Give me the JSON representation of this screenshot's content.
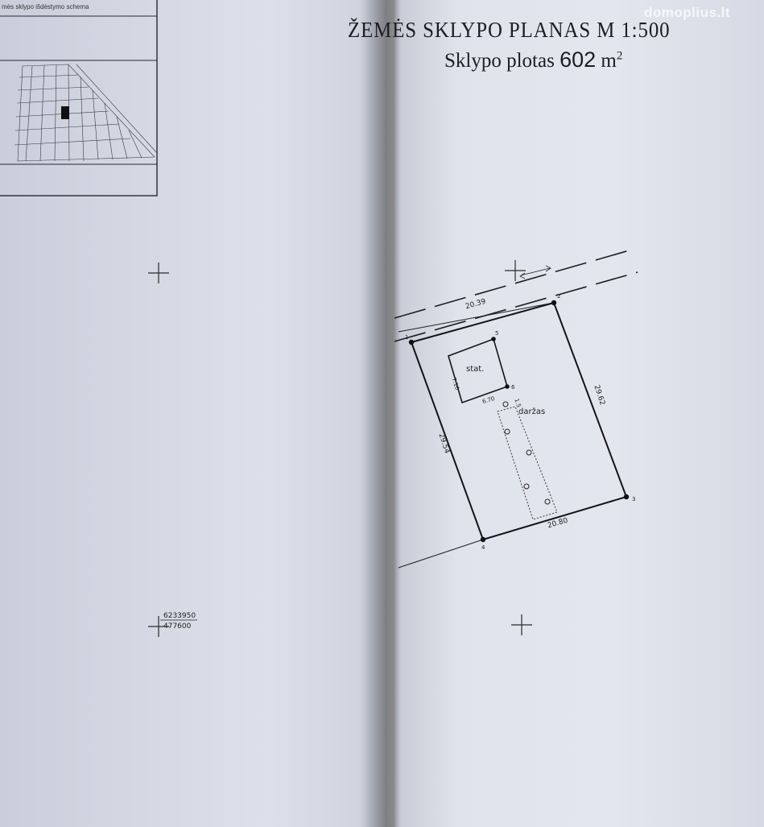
{
  "watermark": "domoplius.lt",
  "title": {
    "line1": "ŽEMĖS  SKLYPO  PLANAS  M 1:500",
    "area_prefix": "Sklypo  plotas ",
    "area_value": "602",
    "area_unit": " m",
    "area_sup": "2"
  },
  "inset": {
    "label": "mės sklypo išdėstymo schema"
  },
  "plot": {
    "building_label": "stat.",
    "garden_label": "daržas",
    "dim_top": "20.39",
    "dim_right": "29.62",
    "dim_bottom": "20.80",
    "dim_left": "29.54",
    "dim_building_w": "6.70",
    "dim_building_h": "7.10",
    "vertex_1": "1",
    "vertex_2": "2",
    "vertex_3": "3",
    "vertex_4": "4",
    "vertex_5": "5",
    "vertex_6": "6",
    "dim_small": "1.5"
  },
  "coordinates": {
    "x": "6233950",
    "y": "477600"
  }
}
